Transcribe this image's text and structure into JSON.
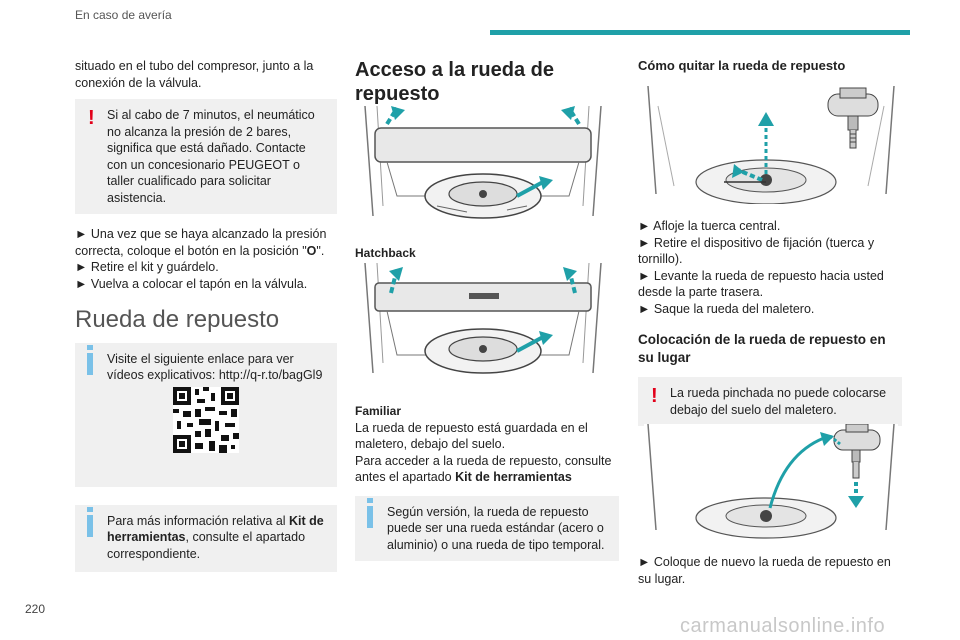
{
  "header": {
    "section_title": "En caso de avería"
  },
  "page_number": "220",
  "watermark": "carmanualsonline.info",
  "col1": {
    "intro_text": "situado en el tubo del compresor, junto a la conexión de la válvula.",
    "warning_box": "Si al cabo de 7 minutos, el neumático no alcanza la presión de 2 bares, significa que está dañado. Contacte con un concesionario PEUGEOT o taller cualificado para solicitar asistencia.",
    "step1_before": "► Una vez que se haya alcanzado la presión correcta, coloque el botón en la posición \"",
    "step1_bold": "O",
    "step1_after": "\".",
    "step2": "► Retire el kit y guárdelo.",
    "step3": "► Vuelva a colocar el tapón en la válvula.",
    "section_title": "Rueda de repuesto",
    "info_box_video": "Visite el siguiente enlace para ver vídeos explicativos: http://q-r.to/bagGl9",
    "info_box_kit_before": "Para más información relativa al ",
    "info_box_kit_bold": "Kit de herramientas",
    "info_box_kit_after": ", consulte el apartado correspondiente."
  },
  "col2": {
    "section_title": "Acceso a la rueda de repuesto",
    "caption_hatchback": "Hatchback",
    "familiar_title": "Familiar",
    "familiar_text1": "La rueda de repuesto está guardada en el maletero, debajo del suelo.",
    "familiar_text2_before": "Para acceder a la rueda de repuesto, consulte antes el apartado ",
    "familiar_text2_bold": "Kit de herramientas",
    "info_box_version": "Según versión, la rueda de repuesto puede ser una rueda estándar (acero o aluminio) o una rueda de tipo temporal."
  },
  "col3": {
    "remove_title": "Cómo quitar la rueda de repuesto",
    "remove_step1": "► Afloje la tuerca central.",
    "remove_step2": "► Retire el dispositivo de fijación (tuerca y tornillo).",
    "remove_step3": "► Levante la rueda de repuesto hacia usted desde la parte trasera.",
    "remove_step4": "► Saque la rueda del maletero.",
    "place_title": "Colocación de la rueda de repuesto en su lugar",
    "warning_box": "La rueda pinchada no puede colocarse debajo del suelo del maletero.",
    "place_step1": "► Coloque de nuevo la rueda de repuesto en su lugar."
  },
  "colors": {
    "accent": "#1fa0a8",
    "warning": "#e2001a",
    "info": "#7ac1e8",
    "box_bg": "#f0f0f0"
  }
}
